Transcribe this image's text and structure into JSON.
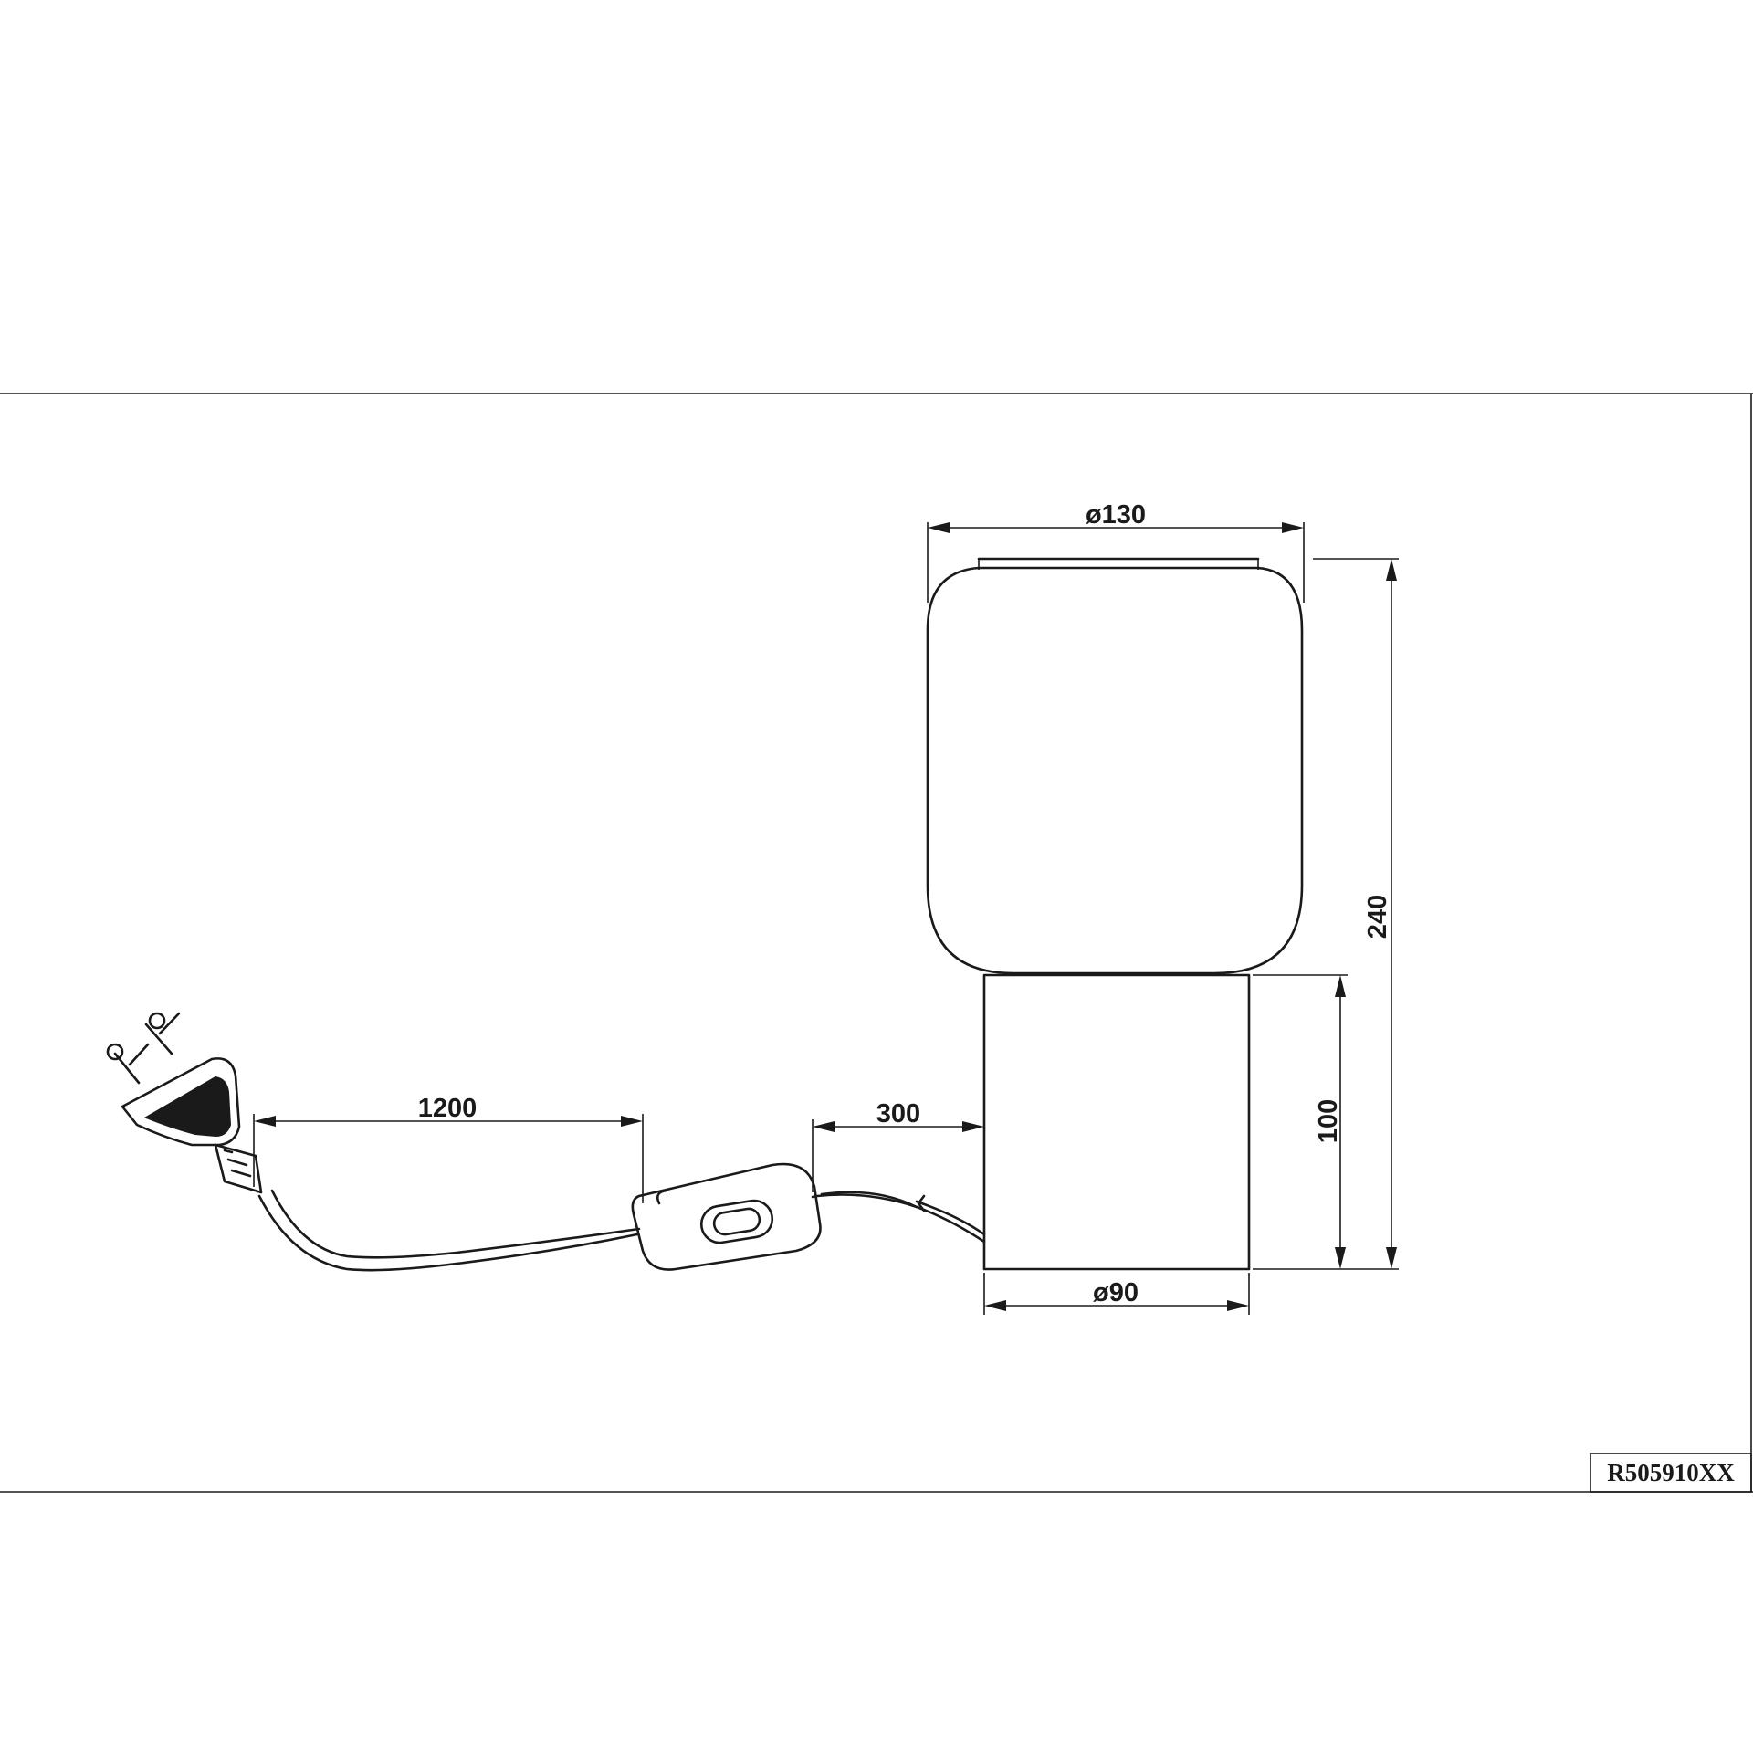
{
  "dimensions": {
    "shade_diameter": "ø130",
    "total_height": "240",
    "cable_length": "1200",
    "switch_distance": "300",
    "base_height": "100",
    "base_diameter": "ø90"
  },
  "model_code": "R505910XX",
  "line_color": "#1a1a1a"
}
